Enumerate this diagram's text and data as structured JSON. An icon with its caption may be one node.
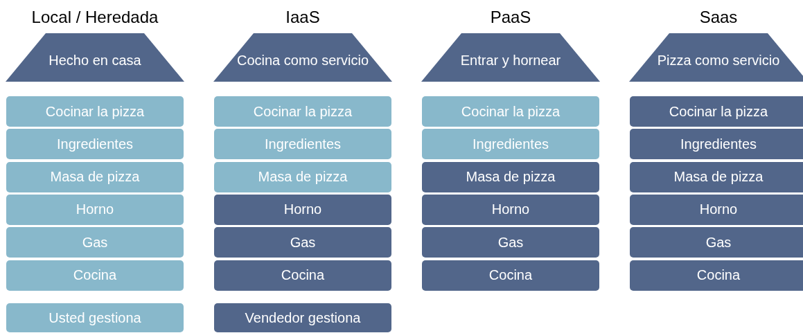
{
  "diagram": {
    "nodes": [
      {
        "text": [
          "Local / Heredada",
          "Hecho en casa"
        ]
      },
      {
        "text": [
          "Cocinar la pizza"
        ]
      },
      {
        "text": [
          "Ingredientes"
        ]
      },
      {
        "text": [
          "Masa de pizza"
        ]
      },
      {
        "text": [
          "Horno"
        ]
      },
      {
        "text": [
          "Gas"
        ]
      },
      {
        "text": [
          "Cocina"
        ]
      },
      {
        "text": [
          "IaaS",
          "Cocina como servicio"
        ]
      },
      {
        "text": [
          "Cocinar la pizza"
        ]
      },
      {
        "text": [
          "Ingredientes"
        ]
      },
      {
        "text": [
          "Masa de pizza"
        ]
      },
      {
        "text": [
          "Horno"
        ]
      },
      {
        "text": [
          "Gas"
        ]
      },
      {
        "text": [
          "Cocina"
        ]
      },
      {
        "text": [
          "PaaS",
          "Entrar y hornear"
        ]
      },
      {
        "text": [
          "Cocinar la pizza"
        ]
      },
      {
        "text": [
          "Ingredientes"
        ]
      },
      {
        "text": [
          "Masa de pizza"
        ]
      },
      {
        "text": [
          "Horno"
        ]
      },
      {
        "text": [
          "Gas"
        ]
      },
      {
        "text": [
          "Cocina"
        ]
      },
      {
        "text": [
          "Saas",
          "Pizza como servicio"
        ]
      },
      {
        "text": [
          "Cocinar la pizza"
        ]
      },
      {
        "text": [
          "Ingredientes"
        ]
      },
      {
        "text": [
          "Masa de pizza"
        ]
      },
      {
        "text": [
          "Horno"
        ]
      },
      {
        "text": [
          "Gas"
        ]
      },
      {
        "text": [
          "Cocina"
        ]
      }
    ],
    "edges": [],
    "legend": [
      {
        "text": "Usted gestiona",
        "color": "#88b8cb"
      },
      {
        "text": "Vendedor gestiona",
        "color": "#52668a"
      }
    ]
  }
}
